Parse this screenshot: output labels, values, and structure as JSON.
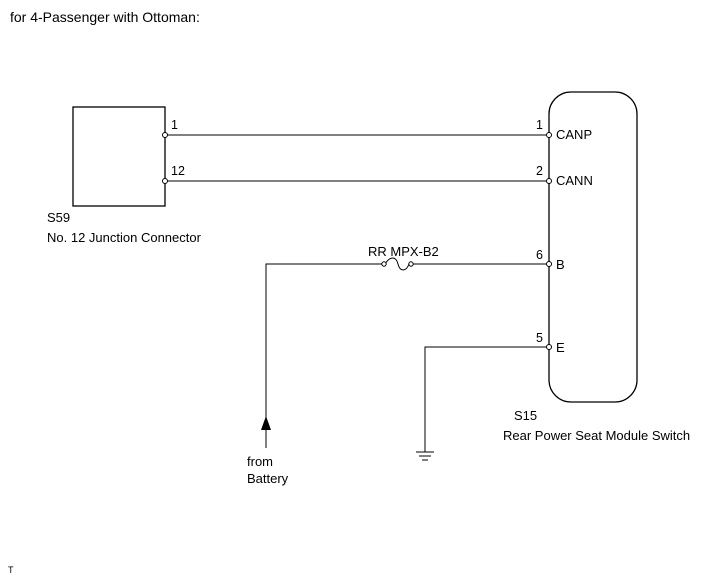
{
  "title": "for 4-Passenger with Ottoman:",
  "connector_s59": {
    "code": "S59",
    "name": "No. 12 Junction Connector",
    "pins": [
      "1",
      "12"
    ]
  },
  "module_s15": {
    "code": "S15",
    "name": "Rear Power Seat Module Switch",
    "pins": [
      {
        "number": "1",
        "terminal": "CANP"
      },
      {
        "number": "2",
        "terminal": "CANN"
      },
      {
        "number": "6",
        "terminal": "B"
      },
      {
        "number": "5",
        "terminal": "E"
      }
    ]
  },
  "fuse_label": "RR MPX-B2",
  "power_source": {
    "line1": "from",
    "line2": "Battery"
  },
  "footer_mark": "T"
}
